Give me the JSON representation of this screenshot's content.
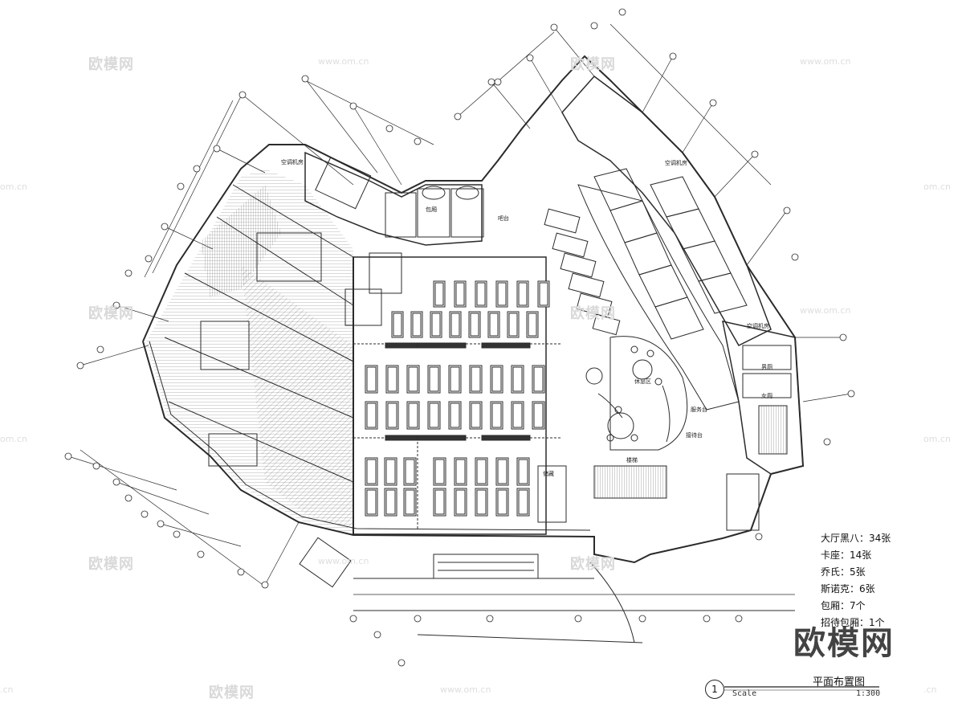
{
  "drawing": {
    "title": "平面布置图",
    "scale_word": "Scale",
    "scale_ratio": "1:300",
    "sheet_number": "1"
  },
  "legend": [
    "大厅黑八：34张",
    "卡座：14张",
    "乔氏：5张",
    "斯诺克：6张",
    "包厢：7个",
    "招待包厢：1个"
  ],
  "watermark": {
    "brand": "欧模网",
    "url": "www.om.cn",
    "url_short": "om.cn",
    "fragment": ".cn"
  },
  "room_labels": {
    "office_top": "空调机房",
    "office_right": "空调机房",
    "ac_room_right": "空调机房",
    "vip": "包厢",
    "bar": "吧台",
    "reception": "接待台",
    "stair": "楼梯",
    "storage": "储藏",
    "toilet_m": "男厕",
    "toilet_f": "女厕",
    "lounge": "休息区",
    "service": "服务台"
  },
  "colors": {
    "line": "#2b2b2b",
    "hatch": "#4a4a4a",
    "watermark": "#d9d9d9"
  }
}
